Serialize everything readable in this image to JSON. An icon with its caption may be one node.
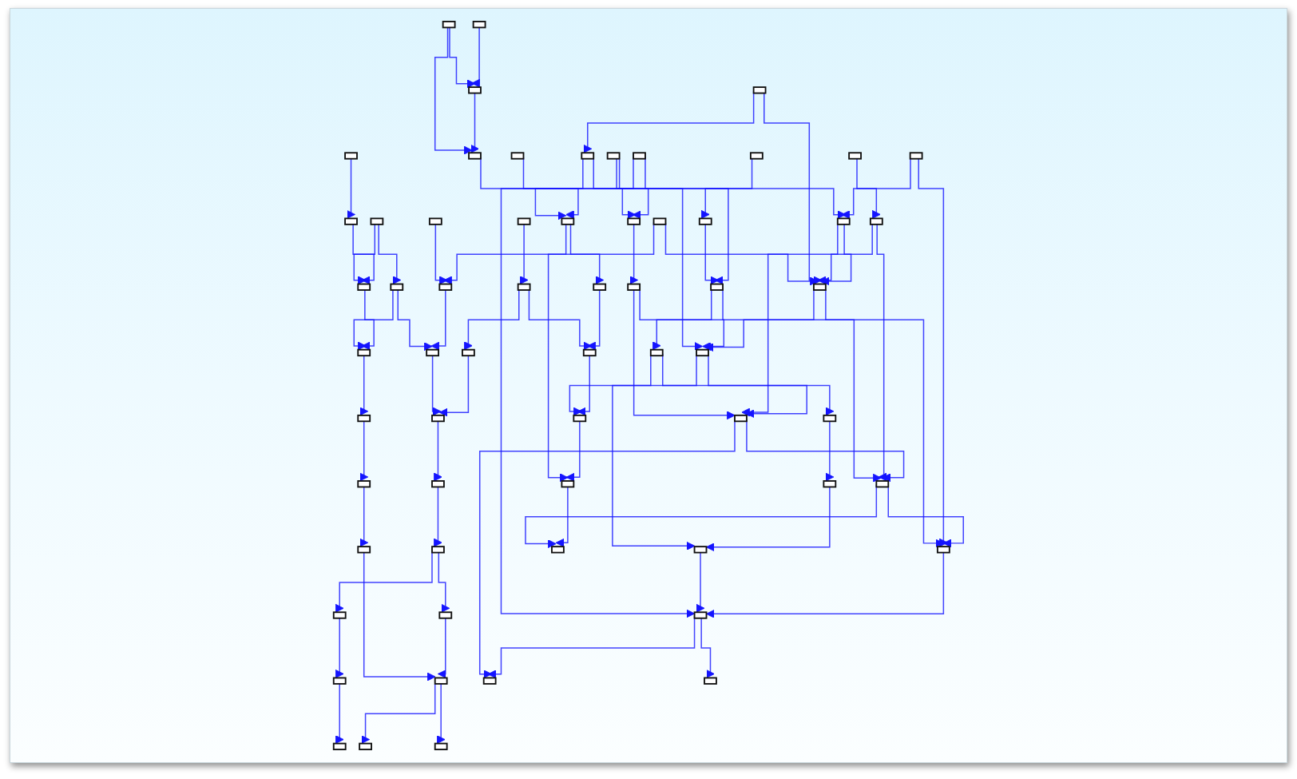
{
  "diagram": {
    "nodes": [
      {
        "text": [],
        "shape": "box"
      },
      {
        "text": [],
        "shape": "box"
      },
      {
        "text": [],
        "shape": "box"
      },
      {
        "text": [],
        "shape": "box"
      },
      {
        "text": [],
        "shape": "box"
      },
      {
        "text": [],
        "shape": "box"
      },
      {
        "text": [],
        "shape": "box"
      },
      {
        "text": [],
        "shape": "box"
      },
      {
        "text": [],
        "shape": "box"
      },
      {
        "text": [],
        "shape": "box"
      },
      {
        "text": [],
        "shape": "box"
      },
      {
        "text": [],
        "shape": "box"
      },
      {
        "text": [],
        "shape": "box"
      },
      {
        "text": [],
        "shape": "box"
      },
      {
        "text": [],
        "shape": "box"
      },
      {
        "text": [],
        "shape": "box"
      },
      {
        "text": [],
        "shape": "box"
      },
      {
        "text": [],
        "shape": "box"
      },
      {
        "text": [],
        "shape": "box"
      },
      {
        "text": [],
        "shape": "box"
      },
      {
        "text": [],
        "shape": "box"
      },
      {
        "text": [],
        "shape": "box"
      },
      {
        "text": [],
        "shape": "box"
      },
      {
        "text": [],
        "shape": "box"
      },
      {
        "text": [],
        "shape": "box"
      },
      {
        "text": [],
        "shape": "box"
      },
      {
        "text": [],
        "shape": "box"
      },
      {
        "text": [],
        "shape": "box"
      },
      {
        "text": [],
        "shape": "box"
      },
      {
        "text": [],
        "shape": "box"
      },
      {
        "text": [],
        "shape": "box"
      },
      {
        "text": [],
        "shape": "box"
      },
      {
        "text": [],
        "shape": "box"
      },
      {
        "text": [],
        "shape": "box"
      },
      {
        "text": [],
        "shape": "box"
      },
      {
        "text": [],
        "shape": "box"
      },
      {
        "text": [],
        "shape": "box"
      },
      {
        "text": [],
        "shape": "box"
      },
      {
        "text": [],
        "shape": "box"
      },
      {
        "text": [],
        "shape": "box"
      },
      {
        "text": [],
        "shape": "box"
      },
      {
        "text": [],
        "shape": "box"
      },
      {
        "text": [],
        "shape": "box"
      },
      {
        "text": [],
        "shape": "box"
      },
      {
        "text": [],
        "shape": "box"
      },
      {
        "text": [],
        "shape": "box"
      },
      {
        "text": [],
        "shape": "box"
      },
      {
        "text": [],
        "shape": "box"
      },
      {
        "text": [],
        "shape": "box"
      },
      {
        "text": [],
        "shape": "box"
      },
      {
        "text": [],
        "shape": "box"
      },
      {
        "text": [],
        "shape": "box"
      },
      {
        "text": [],
        "shape": "box"
      },
      {
        "text": [],
        "shape": "box"
      },
      {
        "text": [],
        "shape": "box"
      },
      {
        "text": [],
        "shape": "box"
      },
      {
        "text": [],
        "shape": "box"
      },
      {
        "text": [],
        "shape": "box"
      },
      {
        "text": [],
        "shape": "box"
      },
      {
        "text": [],
        "shape": "box"
      },
      {
        "text": [],
        "shape": "box"
      },
      {
        "text": [],
        "shape": "box"
      }
    ],
    "edges": [
      {
        "from": 0,
        "to": 14,
        "arrow": "to"
      },
      {
        "from": 1,
        "to": 14,
        "arrow": "to"
      },
      {
        "from": 2,
        "to": 15,
        "arrow": "to"
      },
      {
        "from": 3,
        "to": 16,
        "arrow": "to"
      },
      {
        "from": 4,
        "to": 16,
        "arrow": "to"
      },
      {
        "from": 5,
        "to": 17,
        "arrow": "to"
      },
      {
        "from": 6,
        "to": 18,
        "arrow": "to"
      },
      {
        "from": 7,
        "to": 19,
        "arrow": "to"
      },
      {
        "from": 8,
        "to": 19,
        "arrow": "to"
      },
      {
        "from": 9,
        "to": 20,
        "arrow": "to"
      },
      {
        "from": 10,
        "to": 21,
        "arrow": "to"
      },
      {
        "from": 11,
        "to": 21,
        "arrow": "to"
      },
      {
        "from": 12,
        "to": 22,
        "arrow": "to"
      },
      {
        "from": 13,
        "to": 23,
        "arrow": "to"
      },
      {
        "from": 14,
        "to": 24,
        "arrow": "to"
      },
      {
        "from": 15,
        "to": 24,
        "arrow": "to"
      },
      {
        "from": 16,
        "to": 25,
        "arrow": "to"
      },
      {
        "from": 17,
        "to": 26,
        "arrow": "to"
      },
      {
        "from": 18,
        "to": 26,
        "arrow": "to"
      },
      {
        "from": 19,
        "to": 27,
        "arrow": "to"
      },
      {
        "from": 20,
        "to": 28,
        "arrow": "to"
      },
      {
        "from": 21,
        "to": 29,
        "arrow": "to"
      },
      {
        "from": 22,
        "to": 29,
        "arrow": "to"
      },
      {
        "from": 23,
        "to": 30,
        "arrow": "to"
      },
      {
        "from": 24,
        "to": 31,
        "arrow": "to"
      },
      {
        "from": 25,
        "to": 31,
        "arrow": "to"
      },
      {
        "from": 26,
        "to": 32,
        "arrow": "to"
      },
      {
        "from": 27,
        "to": 33,
        "arrow": "to"
      },
      {
        "from": 28,
        "to": 34,
        "arrow": "to"
      },
      {
        "from": 29,
        "to": 34,
        "arrow": "to"
      },
      {
        "from": 30,
        "to": 35,
        "arrow": "to"
      },
      {
        "from": 31,
        "to": 36,
        "arrow": "to"
      },
      {
        "from": 32,
        "to": 37,
        "arrow": "to"
      },
      {
        "from": 33,
        "to": 38,
        "arrow": "to"
      },
      {
        "from": 34,
        "to": 39,
        "arrow": "to"
      },
      {
        "from": 35,
        "to": 40,
        "arrow": "to"
      },
      {
        "from": 36,
        "to": 41,
        "arrow": "to"
      },
      {
        "from": 37,
        "to": 42,
        "arrow": "to"
      },
      {
        "from": 38,
        "to": 43,
        "arrow": "to"
      },
      {
        "from": 39,
        "to": 44,
        "arrow": "to"
      },
      {
        "from": 40,
        "to": 45,
        "arrow": "to"
      },
      {
        "from": 41,
        "to": 46,
        "arrow": "to"
      },
      {
        "from": 42,
        "to": 47,
        "arrow": "to"
      },
      {
        "from": 43,
        "to": 48,
        "arrow": "to"
      },
      {
        "from": 44,
        "to": 49,
        "arrow": "to"
      },
      {
        "from": 44,
        "to": 50,
        "arrow": "to"
      },
      {
        "from": 45,
        "to": 51,
        "arrow": "to"
      },
      {
        "from": 46,
        "to": 52,
        "arrow": "to"
      },
      {
        "from": 47,
        "to": 52,
        "arrow": "to"
      },
      {
        "from": 48,
        "to": 53,
        "arrow": "to"
      },
      {
        "from": 49,
        "to": 54,
        "arrow": "to"
      },
      {
        "from": 50,
        "to": 55,
        "arrow": "to"
      },
      {
        "from": 51,
        "to": 55,
        "arrow": "to"
      },
      {
        "from": 52,
        "to": 56,
        "arrow": "to"
      },
      {
        "from": 52,
        "to": 57,
        "arrow": "to"
      },
      {
        "from": 53,
        "to": 58,
        "arrow": "to"
      },
      {
        "from": 54,
        "to": 59,
        "arrow": "to"
      },
      {
        "from": 55,
        "to": 60,
        "arrow": "to"
      },
      {
        "from": 55,
        "to": 61,
        "arrow": "to"
      },
      {
        "from": 0,
        "to": 46,
        "arrow": "to"
      },
      {
        "from": 1,
        "to": 52,
        "arrow": "to"
      },
      {
        "from": 14,
        "to": 36,
        "arrow": "to"
      },
      {
        "from": 15,
        "to": 41,
        "arrow": "to"
      },
      {
        "from": 24,
        "to": 46,
        "arrow": "to"
      },
      {
        "from": 3,
        "to": 31,
        "arrow": "to"
      },
      {
        "from": 5,
        "to": 24,
        "arrow": "to"
      },
      {
        "from": 10,
        "to": 24,
        "arrow": "to"
      },
      {
        "from": 20,
        "to": 43,
        "arrow": "to"
      },
      {
        "from": 25,
        "to": 36,
        "arrow": "to"
      },
      {
        "from": 26,
        "to": 41,
        "arrow": "to"
      },
      {
        "from": 31,
        "to": 47,
        "arrow": "to"
      },
      {
        "from": 32,
        "to": 48,
        "arrow": "to"
      },
      {
        "from": 33,
        "to": 53,
        "arrow": "to"
      },
      {
        "from": 36,
        "to": 56,
        "arrow": "to"
      },
      {
        "from": 41,
        "to": 58,
        "arrow": "to"
      },
      {
        "from": 12,
        "to": 30,
        "arrow": "to"
      },
      {
        "from": 8,
        "to": 27,
        "arrow": "to"
      },
      {
        "from": 17,
        "to": 33,
        "arrow": "to"
      },
      {
        "from": 22,
        "to": 35,
        "arrow": "to"
      }
    ]
  }
}
